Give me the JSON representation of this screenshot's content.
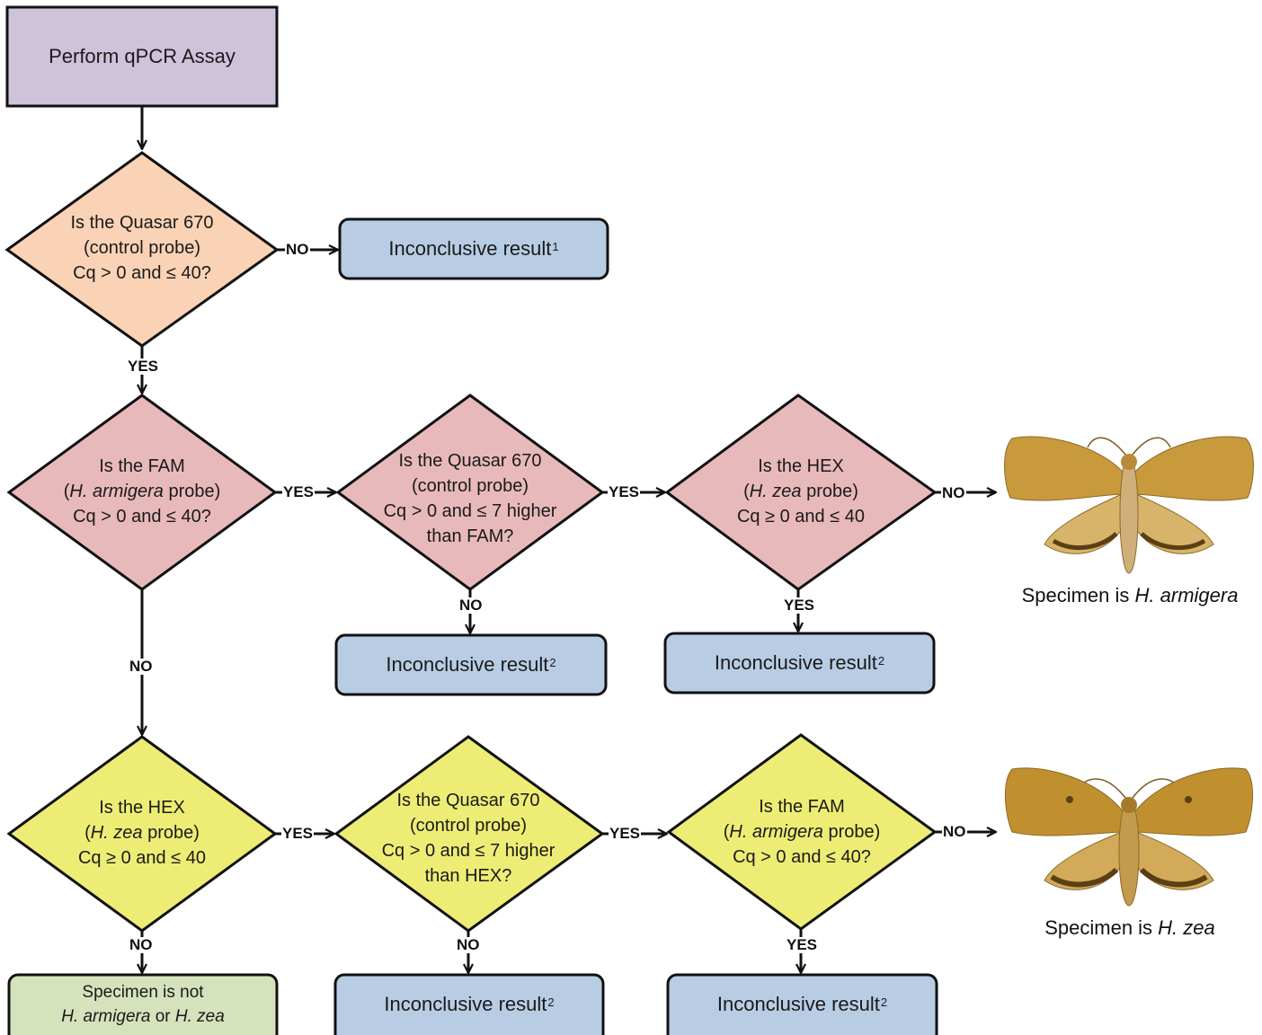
{
  "start": {
    "label": "Perform qPCR Assay"
  },
  "decisions": {
    "control_check": {
      "lines": [
        "Is the Quasar 670",
        "(control probe)",
        "Cq > 0 and ≤ 40?"
      ]
    },
    "fam_check": {
      "pre": "Is the FAM",
      "species": "H. armigera",
      "post": " probe)",
      "lines": [
        "Cq > 0 and ≤ 40?"
      ]
    },
    "quasar_vs_fam": {
      "lines": [
        "Is the Quasar 670",
        "(control probe)",
        "Cq > 0 and ≤ 7 higher",
        "than FAM?"
      ]
    },
    "hex_check_top": {
      "pre": "Is the HEX",
      "species": "H. zea",
      "post": " probe)",
      "lines": [
        "Cq ≥ 0 and ≤ 40"
      ]
    },
    "hex_check": {
      "pre": "Is the HEX",
      "species": "H. zea",
      "post": " probe)",
      "lines": [
        "Cq ≥ 0 and ≤ 40"
      ]
    },
    "quasar_vs_hex": {
      "lines": [
        "Is the Quasar 670",
        "(control probe)",
        "Cq > 0 and ≤ 7 higher",
        "than HEX?"
      ]
    },
    "fam_check_bottom": {
      "pre": "Is the FAM",
      "species": "H. armigera",
      "post": " probe)",
      "lines": [
        "Cq > 0 and ≤ 40?"
      ]
    }
  },
  "results": {
    "inconclusive_label": "Inconclusive result",
    "footnote_1": "1",
    "footnote_2": "2",
    "not_species_line1": "Specimen is not",
    "not_species_sp1": "H. armigera",
    "not_species_or": " or ",
    "not_species_sp2": "H. zea"
  },
  "edge_labels": {
    "yes": "YES",
    "no": "NO"
  },
  "captions": {
    "armigera_prefix": "Specimen is ",
    "armigera_species": "H. armigera",
    "zea_prefix": "Specimen is ",
    "zea_species": "H. zea"
  },
  "colors": {
    "start_fill": "#cfc2db",
    "control_fill": "#fad2b5",
    "pink_fill": "#e8b9bb",
    "yellow_fill": "#eded75",
    "result_fill": "#b8cde4",
    "green_fill": "#d5e2bc",
    "moth_body": "#c89a3a",
    "moth_dark": "#5b3f14"
  },
  "icons": {
    "moth_armigera": "moth-icon",
    "moth_zea": "moth-icon"
  }
}
